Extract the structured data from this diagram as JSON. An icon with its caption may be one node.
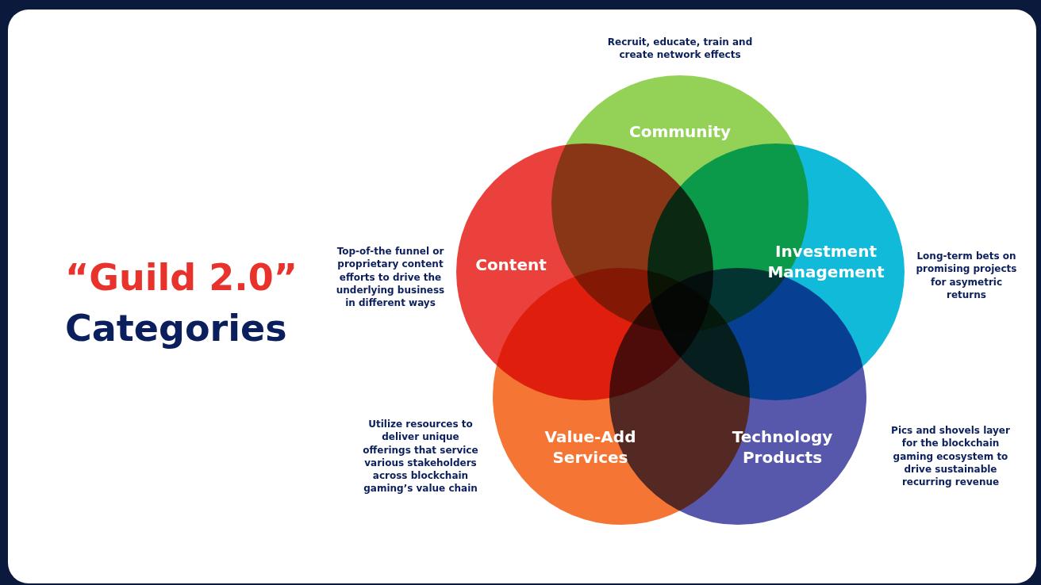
{
  "diagram": {
    "title": "“Guild 2.0” Categories",
    "nodes": [
      {
        "text": [
          "Community"
        ],
        "beside": [
          "Recruit, educate, train and create network effects"
        ]
      },
      {
        "text": [
          "Content"
        ],
        "beside": [
          "Top-of-the funnel or proprietary content efforts to drive the underlying business in different ways"
        ]
      },
      {
        "text": [
          "Investment Management"
        ],
        "beside": [
          "Long-term bets on promising projects for asymetric returns"
        ]
      },
      {
        "text": [
          "Value-Add Services"
        ],
        "beside": [
          "Utilize resources to deliver unique offerings that service various stakeholders across blockchain gaming’s value chain"
        ]
      },
      {
        "text": [
          "Technology Products"
        ],
        "beside": [
          "Pics and shovels layer for the blockchain gaming ecosystem to drive sustainable recurring revenue"
        ]
      }
    ],
    "edges": []
  }
}
